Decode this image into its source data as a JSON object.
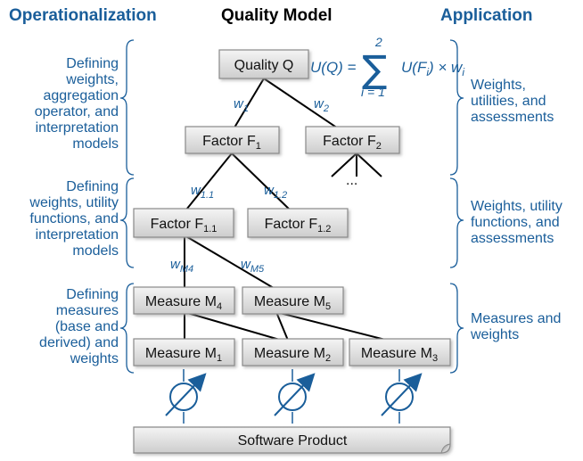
{
  "headers": {
    "left": "Operationalization",
    "center": "Quality Model",
    "right": "Application"
  },
  "left_notes": [
    [
      "Defining",
      "weights,",
      "aggregation",
      "operator, and",
      "interpretation",
      "models"
    ],
    [
      "Defining",
      "weights, utility",
      "functions, and",
      "interpretation",
      "models"
    ],
    [
      "Defining",
      "measures",
      "(base and",
      "derived) and",
      "weights"
    ]
  ],
  "right_notes": [
    [
      "Weights,",
      "utilities, and",
      "assessments"
    ],
    [
      "Weights, utility",
      "functions, and",
      "assessments"
    ],
    [
      "Measures and",
      "weights"
    ]
  ],
  "nodes": {
    "quality": "Quality Q",
    "factor1": {
      "base": "Factor F",
      "sub": "1"
    },
    "factor2": {
      "base": "Factor F",
      "sub": "2"
    },
    "factor11": {
      "base": "Factor F",
      "sub": "1.1"
    },
    "factor12": {
      "base": "Factor F",
      "sub": "1.2"
    },
    "measure4": {
      "base": "Measure M",
      "sub": "4"
    },
    "measure5": {
      "base": "Measure M",
      "sub": "5"
    },
    "measure1": {
      "base": "Measure M",
      "sub": "1"
    },
    "measure2": {
      "base": "Measure M",
      "sub": "2"
    },
    "measure3": {
      "base": "Measure M",
      "sub": "3"
    },
    "software": "Software Product"
  },
  "weights": {
    "w1": {
      "base": "w",
      "sub": "1"
    },
    "w2": {
      "base": "w",
      "sub": "2"
    },
    "w11": {
      "base": "w",
      "sub": "1.1"
    },
    "w12": {
      "base": "w",
      "sub": "1.2"
    },
    "wM4": {
      "base": "w",
      "sub": "M4"
    },
    "wM5": {
      "base": "w",
      "sub": "M5"
    }
  },
  "formula": {
    "lhs": "U(Q) =",
    "upper": "2",
    "lower": "i = 1",
    "sigma": "∑",
    "rhs_a": "U(F",
    "rhs_sub": "i",
    "rhs_b": ") × w",
    "rhs_w_sub": "i"
  },
  "ellipsis": "...",
  "colors": {
    "accent": "#1a5e9a",
    "box_top": "#f2f2f2",
    "box_bottom": "#cfcfcf"
  }
}
